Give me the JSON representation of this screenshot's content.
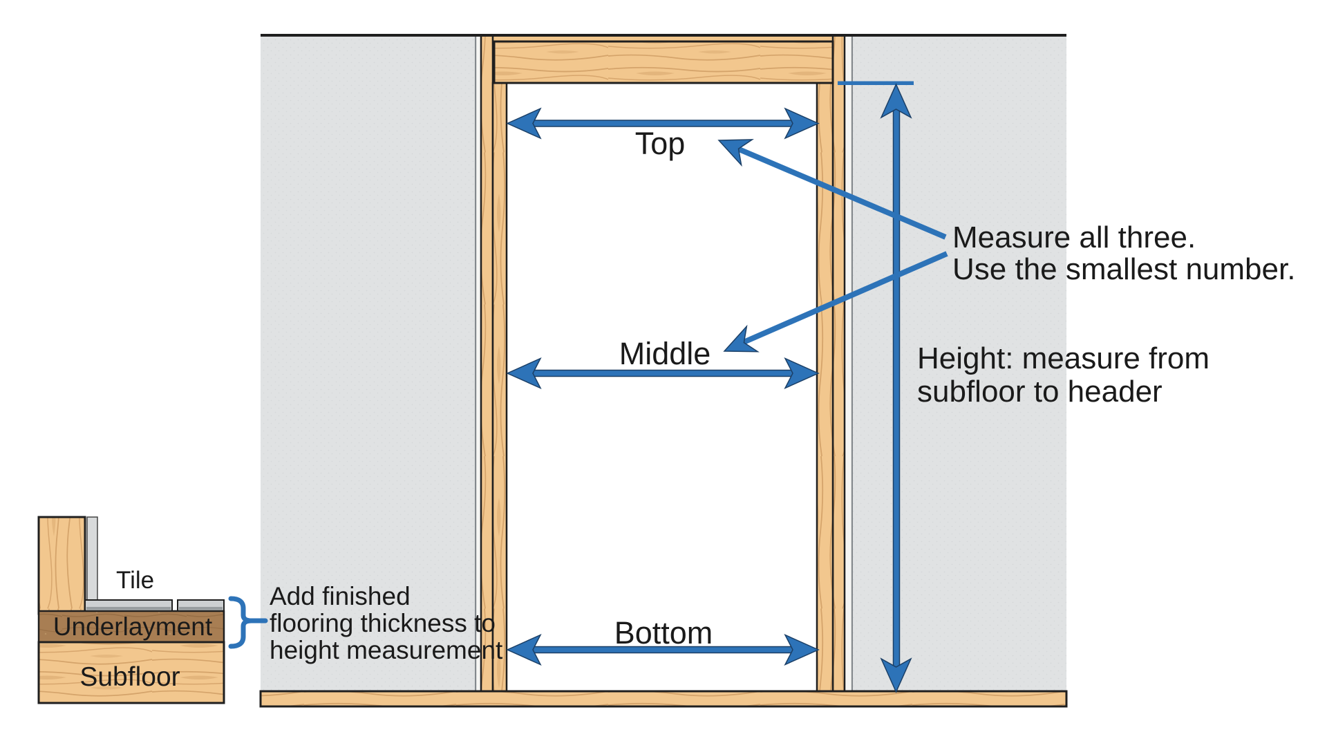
{
  "width_labels": {
    "top": "Top",
    "middle": "Middle",
    "bottom": "Bottom"
  },
  "annotations": {
    "measure_note": {
      "line1": "Measure all three.",
      "line2": "Use the smallest number."
    },
    "height_note": {
      "line1": "Height: measure from",
      "line2": "subfloor to header"
    },
    "flooring_note": {
      "line1": "Add finished",
      "line2": "flooring thickness to",
      "line3": "height measurement"
    }
  },
  "inset": {
    "tile": "Tile",
    "underlayment": "Underlayment",
    "subfloor": "Subfloor"
  },
  "colors": {
    "arrow_blue": "#2d73b8",
    "arrow_outline": "#1b3f66",
    "wood": "#f2c78e",
    "wood_grain": "#c08b52",
    "wall_gray": "#e0e2e3",
    "outline_dark": "#1f1f1f",
    "underlayment_brown": "#a87e53",
    "tile_gray": "#cdd0d2",
    "text_color": "#1a1a1a",
    "page_bg": "#ffffff"
  }
}
